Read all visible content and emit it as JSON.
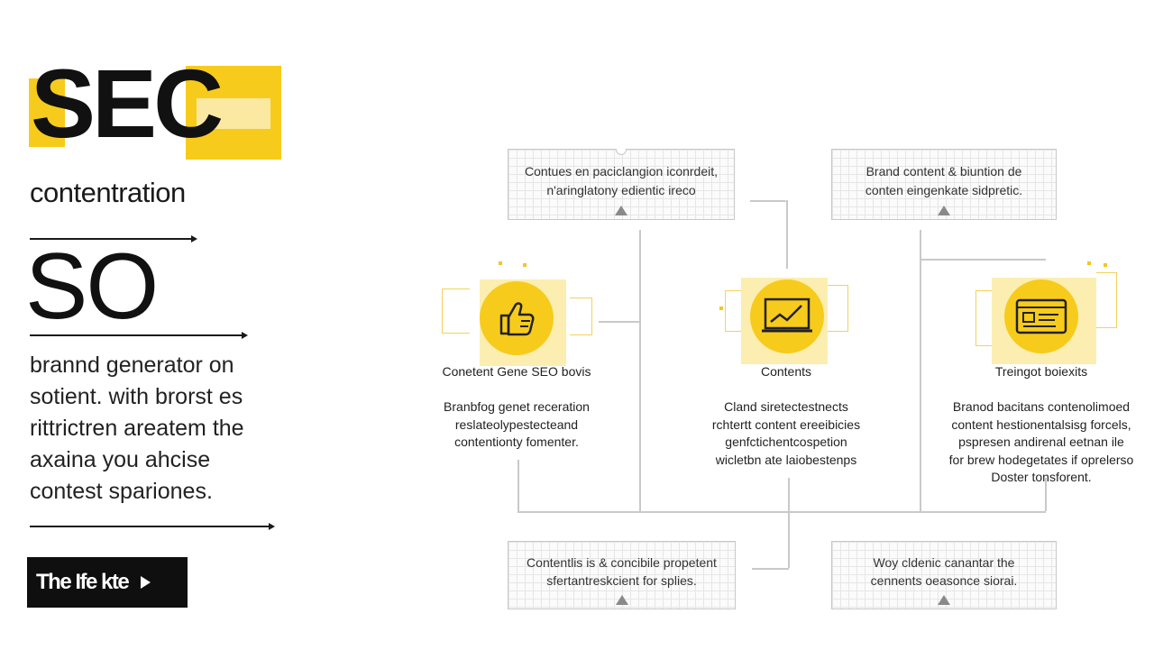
{
  "hero": {
    "title": "SEC"
  },
  "subtitle": "contentration",
  "big_word": "SO",
  "paragraph": [
    "brannd generator on",
    "sotient. with brorst es",
    "rittrictren areatem the",
    "axaina you ahcise",
    "contest spariones."
  ],
  "cta": {
    "label": "The Ife kte"
  },
  "top_boxes": [
    {
      "lines": [
        "Contues en paciclangion iconrdeit,",
        "n'aringlatony edientic ireco"
      ]
    },
    {
      "lines": [
        "Brand content & biuntion de",
        "conten eingenkate sidpretic."
      ]
    }
  ],
  "bottom_boxes": [
    {
      "lines": [
        "Contentlis is & concibile propetent",
        "sfertantreskcient for splies."
      ]
    },
    {
      "lines": [
        "Woy cldenic canantar the",
        "cennents oeasonce siorai."
      ]
    }
  ],
  "cards": [
    {
      "icon": "thumbs-up-icon",
      "label": "Conetent Gene SEO bovis",
      "desc": [
        "Branbfog genet receration",
        "reslateolypestecteand",
        "contentionty fomenter."
      ]
    },
    {
      "icon": "line-chart-icon",
      "label": "Contents",
      "desc": [
        "Cland siretectestnects",
        "rchtertt content ereeibicies",
        "genfctichentcospetion",
        "wicletbn ate laiobestenps"
      ]
    },
    {
      "icon": "browser-window-icon",
      "label": "Treingot boiexits",
      "desc": [
        "Branod bacitans contenolimoed",
        "content hestionentalsisg forcels,",
        "pspresen andirenal eetnan ile",
        "for brew hodegetates if oprelerso",
        "Doster tonsforent."
      ]
    }
  ],
  "colors": {
    "accent": "#f7cb1c",
    "accent_soft": "#fbeeb0",
    "ink": "#111111",
    "line": "#c9c9c9"
  }
}
